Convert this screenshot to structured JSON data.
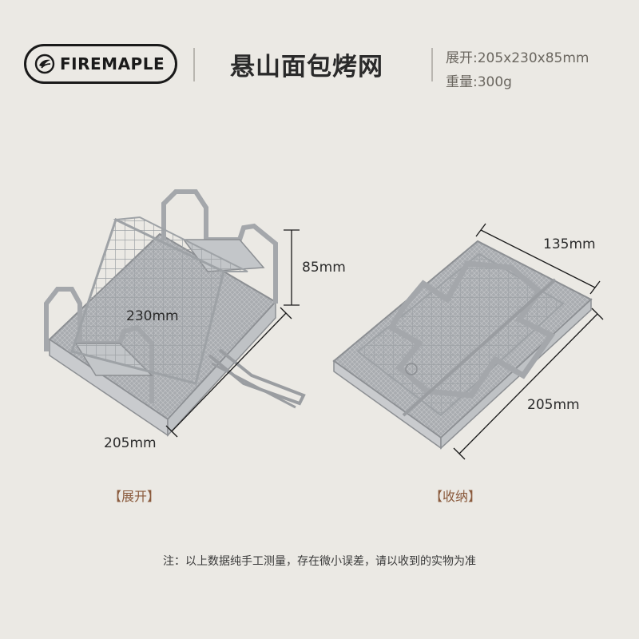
{
  "brand": {
    "name": "FIREMAPLE"
  },
  "header": {
    "title": "悬山面包烤网",
    "spec_size": "展开:205x230x85mm",
    "spec_weight": "重量:300g"
  },
  "dimensions": {
    "height": "85mm",
    "length": "230mm",
    "width_open": "205mm",
    "width_folded": "135mm",
    "length_folded": "205mm"
  },
  "captions": {
    "open": "【展开】",
    "folded": "【收纳】"
  },
  "note": "注：以上数据纯手工测量，存在微小误差，请以收到的实物为准",
  "colors": {
    "background": "#ebe9e4",
    "steel": "#b9bcbf",
    "steel_dark": "#8c8f93",
    "caption": "#8a5a3c"
  }
}
